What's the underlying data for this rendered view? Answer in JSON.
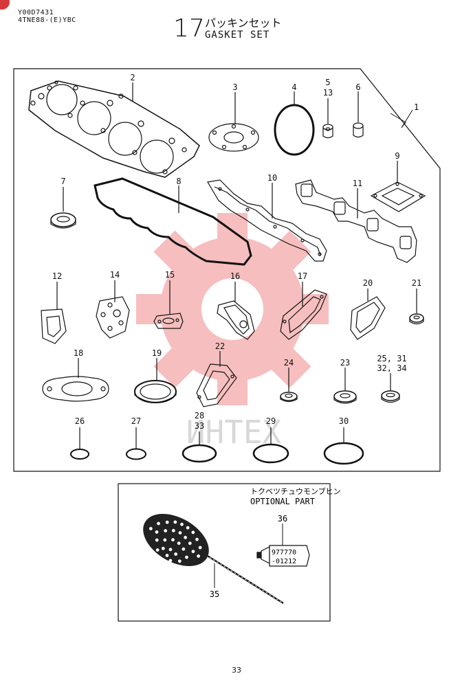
{
  "header": {
    "doc_code": "Y00D7431",
    "model_code": "4TNE88-(E)YBC",
    "section_number": "17",
    "section_title_jp": "パッキンセット",
    "section_title_en": "GASKET SET"
  },
  "watermark": "ИНТЕХ",
  "callouts": {
    "c1": "1",
    "c2": "2",
    "c3": "3",
    "c4": "4",
    "c5": "5",
    "c13": "13",
    "c6": "6",
    "c7": "7",
    "c8": "8",
    "c10": "10",
    "c11": "11",
    "c9": "9",
    "c12": "12",
    "c14": "14",
    "c15": "15",
    "c16": "16",
    "c17": "17",
    "c20": "20",
    "c21": "21",
    "c18": "18",
    "c19": "19",
    "c22": "22",
    "c24": "24",
    "c23": "23",
    "c25a": "25, 31",
    "c25b": "32, 34",
    "c26": "26",
    "c27": "27",
    "c28a": "28",
    "c28b": "33",
    "c29": "29",
    "c30": "30",
    "c35": "35",
    "c36": "36"
  },
  "optional": {
    "title_jp": "トクベツチュウモンブヒン",
    "title_en": "OPTIONAL PART",
    "tube_label_1": "977770",
    "tube_label_2": "-01212"
  },
  "footer": {
    "page_number": "33"
  },
  "colors": {
    "line": "#111111",
    "watermark": "#f4a9a9"
  }
}
